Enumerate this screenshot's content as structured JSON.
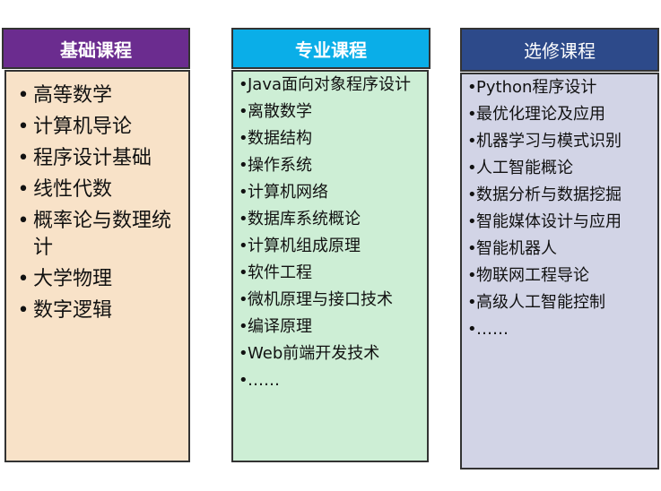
{
  "columns": [
    {
      "title": "基础课程",
      "header_color": "#6b2c8f",
      "body_color": "#f8e2c8",
      "items": [
        "高等数学",
        "计算机导论",
        "程序设计基础",
        "线性代数",
        "概率论与数理统计",
        "大学物理",
        "数字逻辑"
      ]
    },
    {
      "title": "专业课程",
      "header_color": "#0aaee8",
      "body_color": "#cdeed5",
      "items": [
        "Java面向对象程序设计",
        "离散数学",
        "数据结构",
        "操作系统",
        "计算机网络",
        "数据库系统概论",
        "计算机组成原理",
        "软件工程",
        "微机原理与接口技术",
        "编译原理",
        "Web前端开发技术",
        "……"
      ]
    },
    {
      "title": "选修课程",
      "header_color": "#2d4a8a",
      "body_color": "#d2d4e6",
      "items": [
        "Python程序设计",
        "最优化理论及应用",
        "机器学习与模式识别",
        "人工智能概论",
        "数据分析与数据挖掘",
        "智能媒体设计与应用",
        "智能机器人",
        "物联网工程导论",
        "高级人工智能控制",
        "……"
      ]
    }
  ]
}
